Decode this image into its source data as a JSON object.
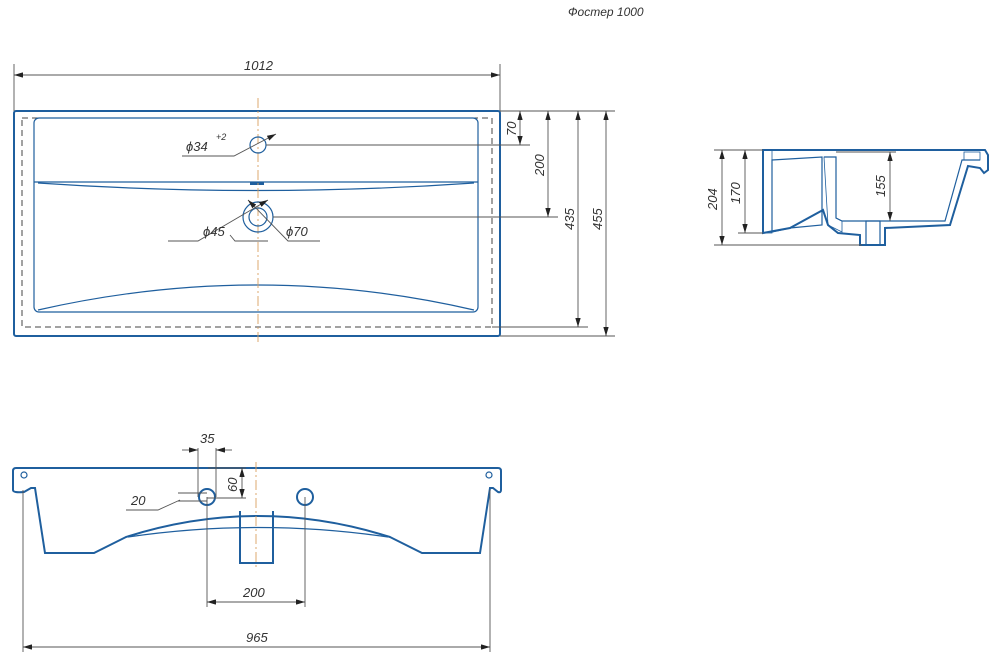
{
  "title": "Фостер 1000",
  "top_view": {
    "width": "1012",
    "overflow_diameter": "ϕ34",
    "overflow_tolerance": "+2",
    "drain_inner": "ϕ45",
    "drain_outer": "ϕ70",
    "dim_overflow": "70",
    "dim_drain": "200",
    "dim_inner_depth": "435",
    "dim_total_depth": "455"
  },
  "side_section": {
    "total_height": "204",
    "body_height": "170",
    "bowl_depth": "155"
  },
  "front_view": {
    "hole_spacing_x": "35",
    "hole_offset_y": "60",
    "hole_size": "20",
    "hole_distance": "200",
    "mount_width": "965"
  }
}
